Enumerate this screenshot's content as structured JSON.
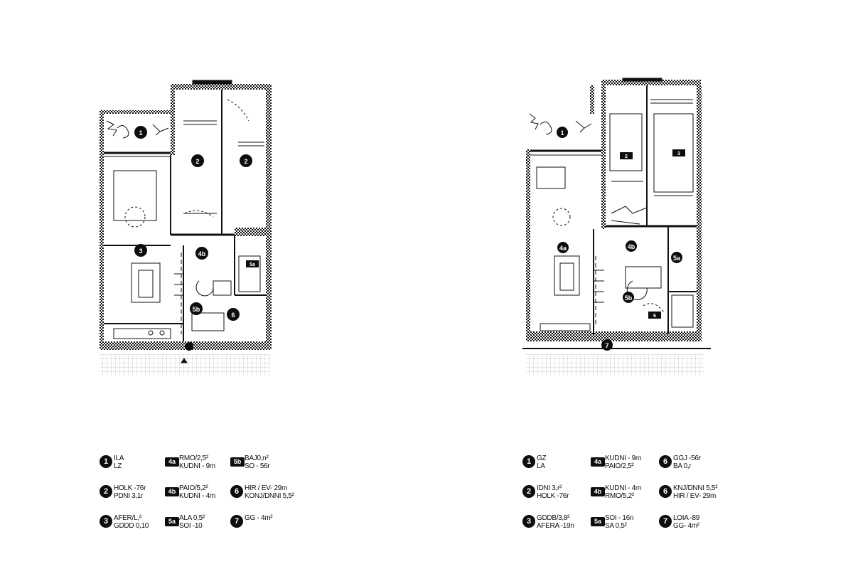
{
  "left_plan": {
    "room_tags": [
      "1",
      "2",
      "2",
      "3",
      "4b",
      "5a",
      "5b",
      "6",
      "7"
    ]
  },
  "right_plan": {
    "room_tags": [
      "1",
      "2",
      "3",
      "4a",
      "4b",
      "5a",
      "5b",
      "6",
      "7"
    ]
  },
  "left_legend": [
    {
      "tag": "1",
      "line1": "ILA",
      "line2": "LZ"
    },
    {
      "tag": "4a",
      "line1": "RMO/2,5²",
      "line2": "KUDNI - 9m"
    },
    {
      "tag": "5b",
      "line1": "BAJ0,n²",
      "line2": "SO - 56r"
    },
    {
      "tag": "2",
      "line1": "HOLK -76r",
      "line2": "PDNI 3,1r"
    },
    {
      "tag": "4b",
      "line1": "PAIO/5,2²",
      "line2": "KUDNI - 4m"
    },
    {
      "tag": "6",
      "line1": "HIR / EV- 29m",
      "line2": "KONJ/DNNI 5,5²"
    },
    {
      "tag": "3",
      "line1": "AFER/L,²",
      "line2": "GDDD 0,10"
    },
    {
      "tag": "5a",
      "line1": "ALA 0,5²",
      "line2": "SOI -10"
    },
    {
      "tag": "7",
      "line1": "GG - 4m²",
      "line2": ""
    }
  ],
  "right_legend": [
    {
      "tag": "1",
      "line1": "GZ",
      "line2": "LA"
    },
    {
      "tag": "4a",
      "line1": "KUDNI - 9m",
      "line2": "PAIO/2,5²"
    },
    {
      "tag": "6",
      "line1": "GGJ -56r",
      "line2": "BA 0,r"
    },
    {
      "tag": "2",
      "line1": "IDNI 3,r²",
      "line2": "HOLK -76r"
    },
    {
      "tag": "4b",
      "line1": "KUDNI - 4m",
      "line2": "RMO/5,2²"
    },
    {
      "tag": "6",
      "line1": "KNJ/DNNI 5,5²",
      "line2": "HIR / EV- 29m"
    },
    {
      "tag": "3",
      "line1": "GDDB/3,8²",
      "line2": "AFERA -19n"
    },
    {
      "tag": "5a",
      "line1": "SOI - 16n",
      "line2": "SA 0,5²"
    },
    {
      "tag": "7",
      "line1": "LOIA -89",
      "line2": "GG- 4m²"
    }
  ]
}
